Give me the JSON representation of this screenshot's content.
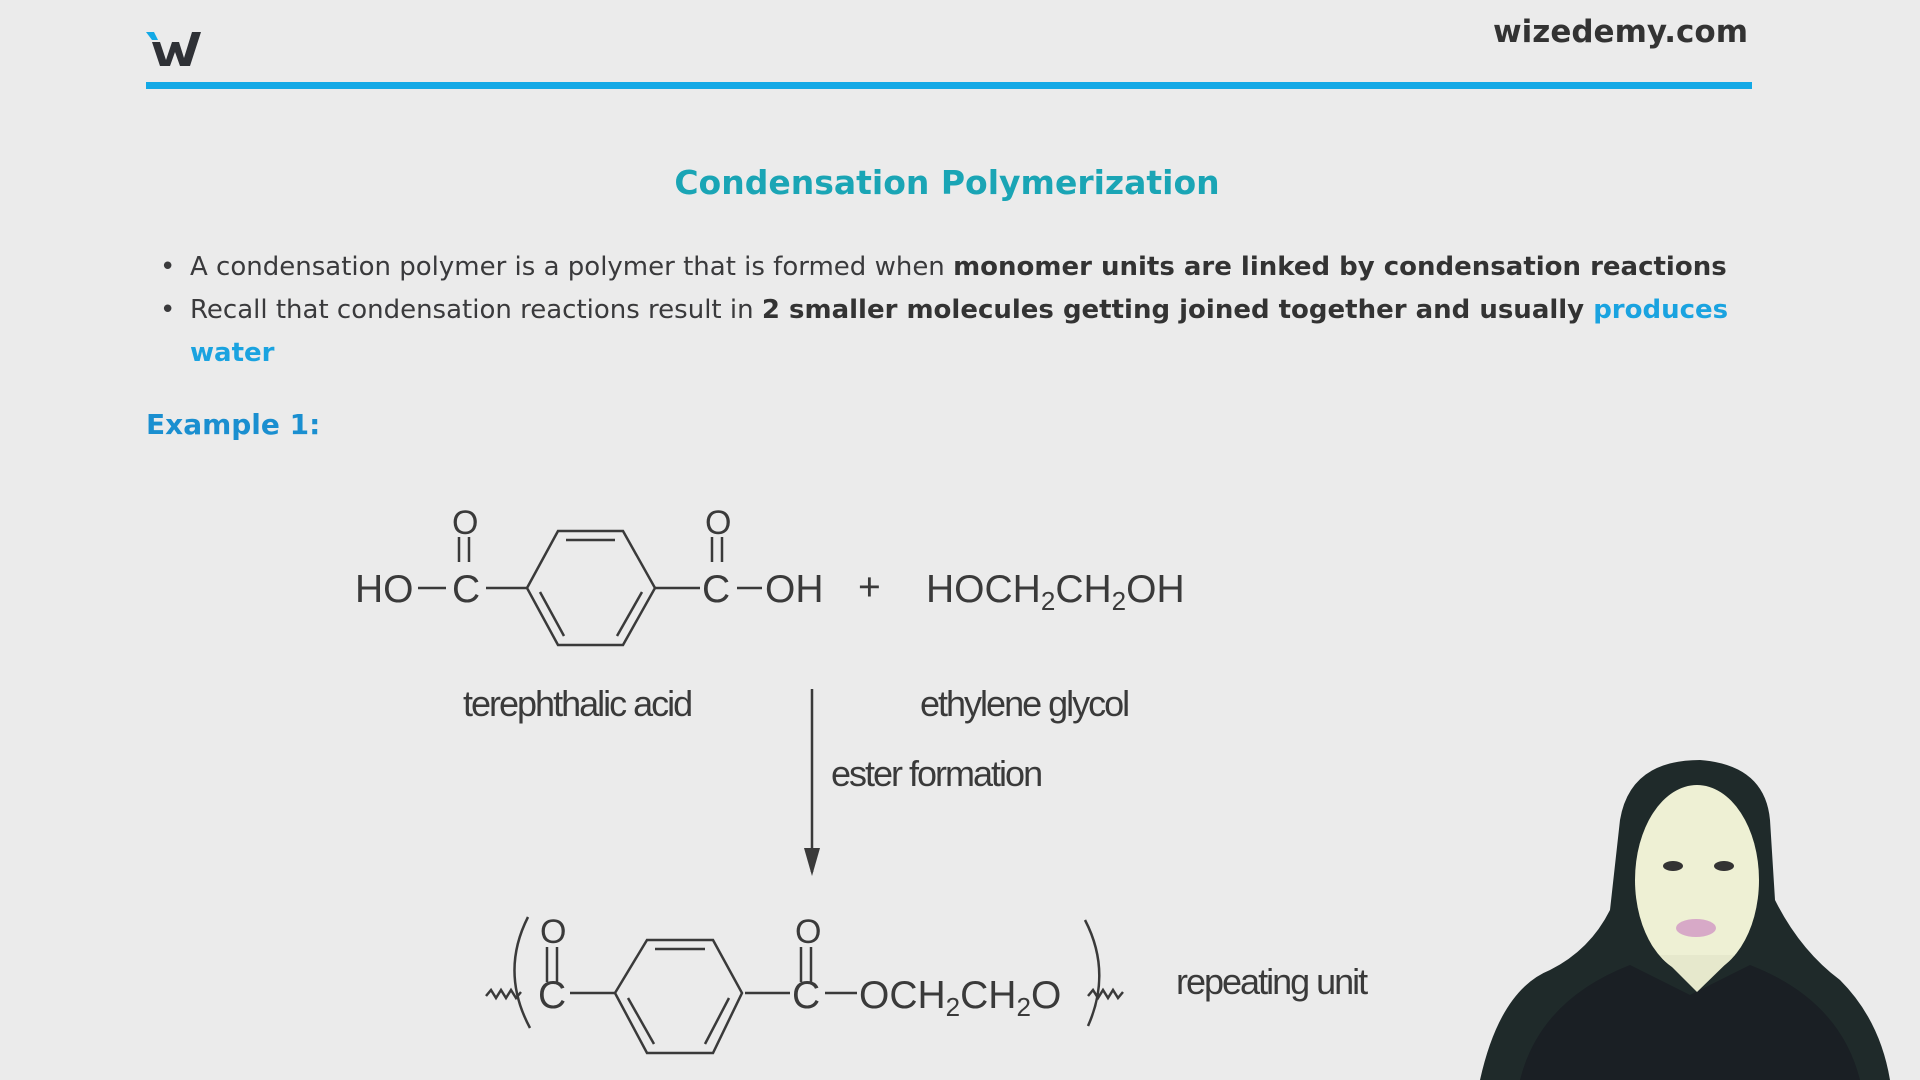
{
  "header": {
    "site": "wizedemy.com",
    "logo_text": "W",
    "accent": "#13a9e6"
  },
  "title": "Condensation Polymerization",
  "bullets": [
    {
      "pre": "A condensation polymer is a polymer that is formed when ",
      "bold": "monomer units are linked by condensation reactions"
    },
    {
      "pre": "Recall that condensation reactions result in ",
      "bold": "2 smaller molecules getting joined together and usually ",
      "highlight": "produces water"
    }
  ],
  "example_label": "Example 1:",
  "diagram": {
    "acid_left": "HO",
    "acid_c": "C",
    "acid_right": "OH",
    "oxygen": "O",
    "plus": "+",
    "glycol": {
      "a": "HOCH",
      "sub1": "2",
      "b": "CH",
      "sub2": "2",
      "c": "OH"
    },
    "acid_label": "terephthalic acid",
    "glycol_label": "ethylene glycol",
    "arrow_label": "ester formation",
    "product": {
      "c": "C",
      "a": "OCH",
      "sub1": "2",
      "b": "CH",
      "sub2": "2",
      "o": "O"
    },
    "repeat_label": "repeating unit"
  }
}
